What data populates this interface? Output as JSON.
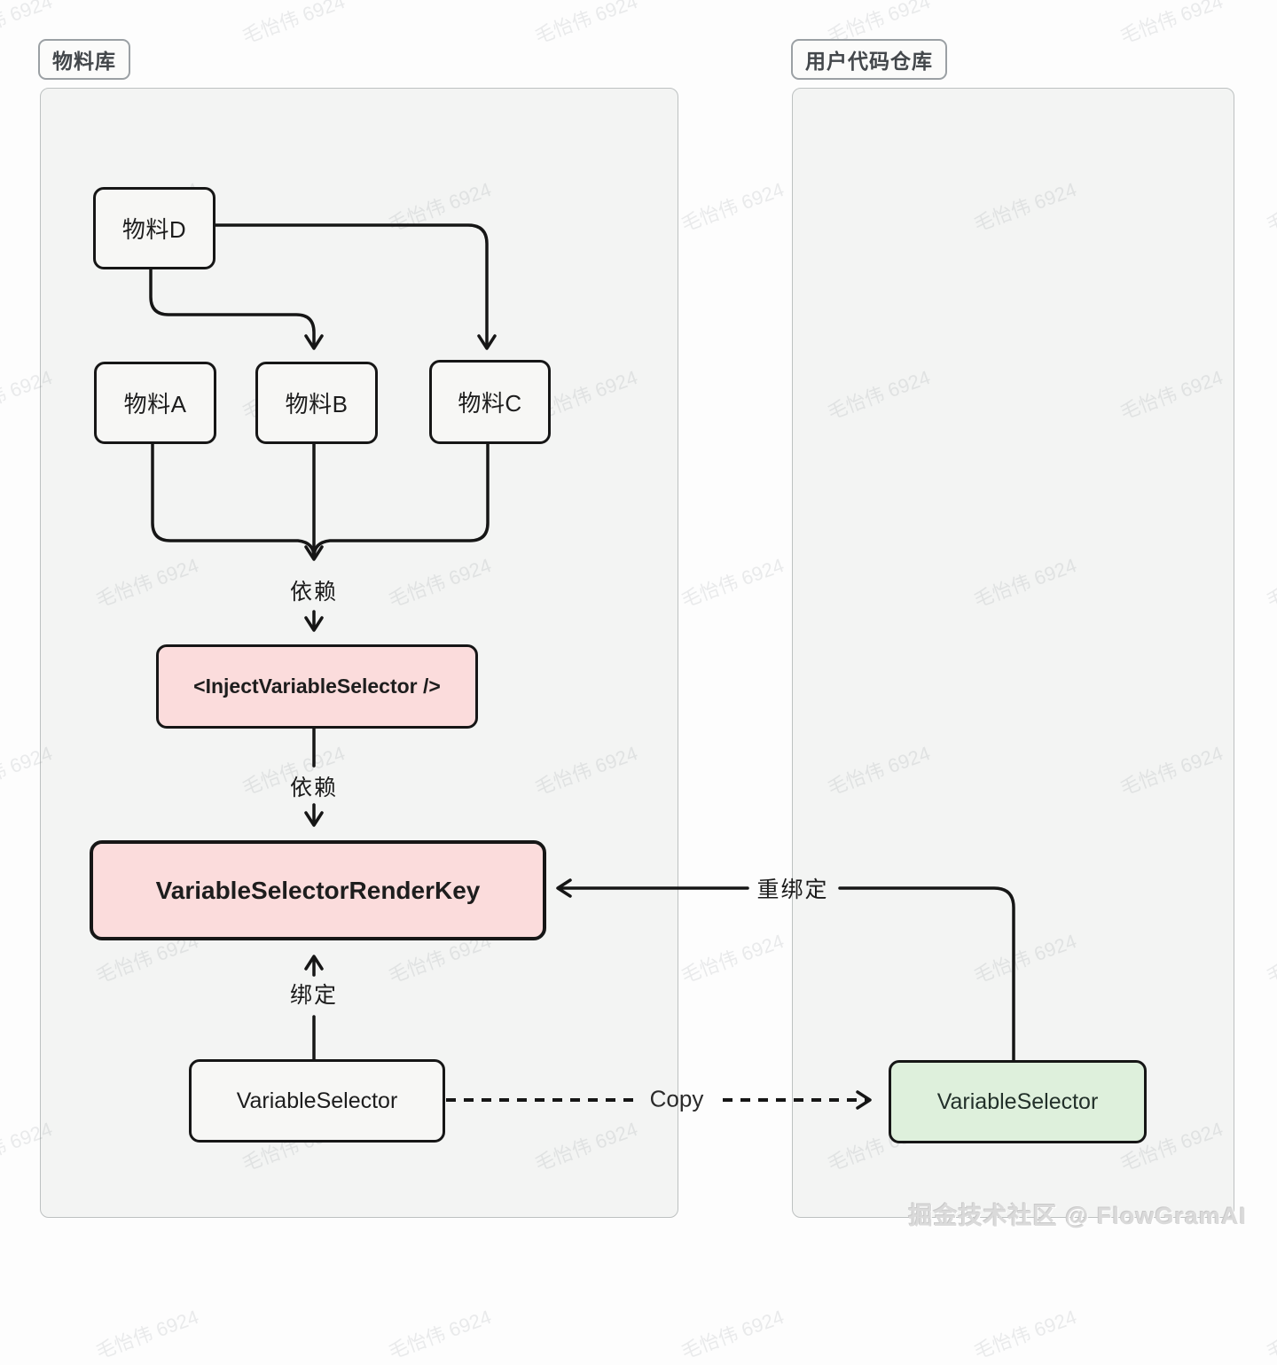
{
  "watermark": {
    "text": "毛怡伟 6924"
  },
  "footer": {
    "credit": "掘金技术社区 @ FlowGramAI"
  },
  "panels": {
    "materials": {
      "label": "物料库"
    },
    "user_repo": {
      "label": "用户代码仓库"
    }
  },
  "nodes": {
    "material_d": {
      "label": "物料D"
    },
    "material_a": {
      "label": "物料A"
    },
    "material_b": {
      "label": "物料B"
    },
    "material_c": {
      "label": "物料C"
    },
    "inject_variable_selector": {
      "label": "<InjectVariableSelector />"
    },
    "variable_selector_render_key": {
      "label": "VariableSelectorRenderKey"
    },
    "variable_selector_material": {
      "label": "VariableSelector"
    },
    "variable_selector_user": {
      "label": "VariableSelector"
    }
  },
  "edges": {
    "depends_top": {
      "label": "依赖"
    },
    "depends_bottom": {
      "label": "依赖"
    },
    "bind": {
      "label": "绑定"
    },
    "rebind": {
      "label": "重绑定"
    },
    "copy": {
      "label": "Copy"
    }
  },
  "colors": {
    "pink": "#fbdcdc",
    "green": "#def0dc",
    "panel_bg": "#f3f4f3",
    "line": "#161616"
  }
}
